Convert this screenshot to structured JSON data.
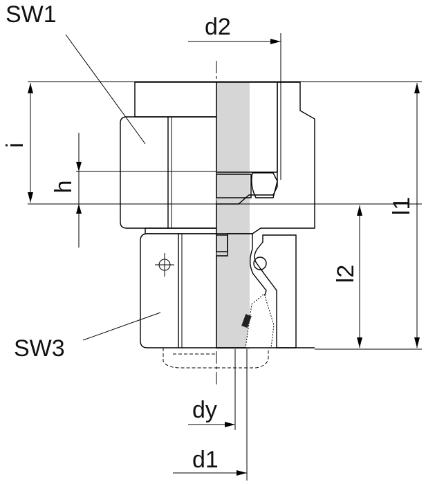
{
  "labels": {
    "sw1": "SW1",
    "d2": "d2",
    "i": "i",
    "h": "h",
    "l1": "l1",
    "l2": "l2",
    "sw3": "SW3",
    "dy": "dy",
    "d1": "d1"
  },
  "colors": {
    "section_fill": "#c9c9c9",
    "bore_fill": "#d6d6d6",
    "outline": "#000000",
    "background": "#ffffff"
  }
}
